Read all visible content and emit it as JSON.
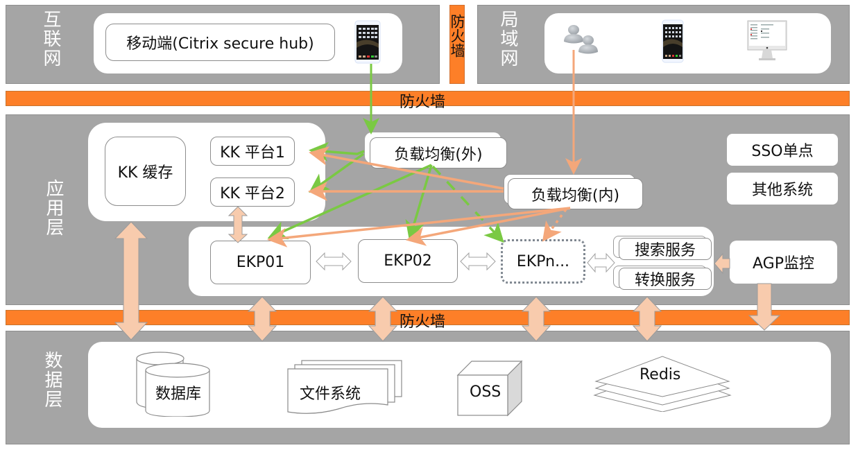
{
  "diagram": {
    "layers": {
      "internet": {
        "label": "互联网"
      },
      "lan": {
        "label": "局域网"
      },
      "app": {
        "label": "应用层"
      },
      "data": {
        "label": "数据层"
      }
    },
    "firewalls": {
      "vertical": "防火墙",
      "top": "防火墙",
      "middle": "防火墙"
    },
    "internet_zone": {
      "mobile_label": "移动端(Citrix secure hub)",
      "device_icon": "smartphone-icon"
    },
    "lan_zone": {
      "icons": [
        "users-icon",
        "smartphone-icon",
        "desktop-monitor-icon"
      ]
    },
    "app_layer": {
      "kk_cache": "KK 缓存",
      "kk_platform_1": "KK 平台1",
      "kk_platform_2": "KK 平台2",
      "lb_external": "负载均衡(外)",
      "lb_internal": "负载均衡(内)",
      "ekp01": "EKP01",
      "ekp02": "EKP02",
      "ekpn": "EKPn...",
      "search_service": "搜索服务",
      "convert_service": "转换服务",
      "sso": "SSO单点",
      "other_systems": "其他系统",
      "agp_monitor": "AGP监控"
    },
    "data_layer": {
      "database": "数据库",
      "file_system": "文件系统",
      "oss": "OSS",
      "redis": "Redis"
    },
    "colors": {
      "panel_gray": "#a5a5a5",
      "firewall_orange": "#fd7f28",
      "external_flow_green": "#7ac943",
      "internal_flow_orange": "#f4a77a",
      "block_arrow_peach": "#f8cbad"
    }
  }
}
